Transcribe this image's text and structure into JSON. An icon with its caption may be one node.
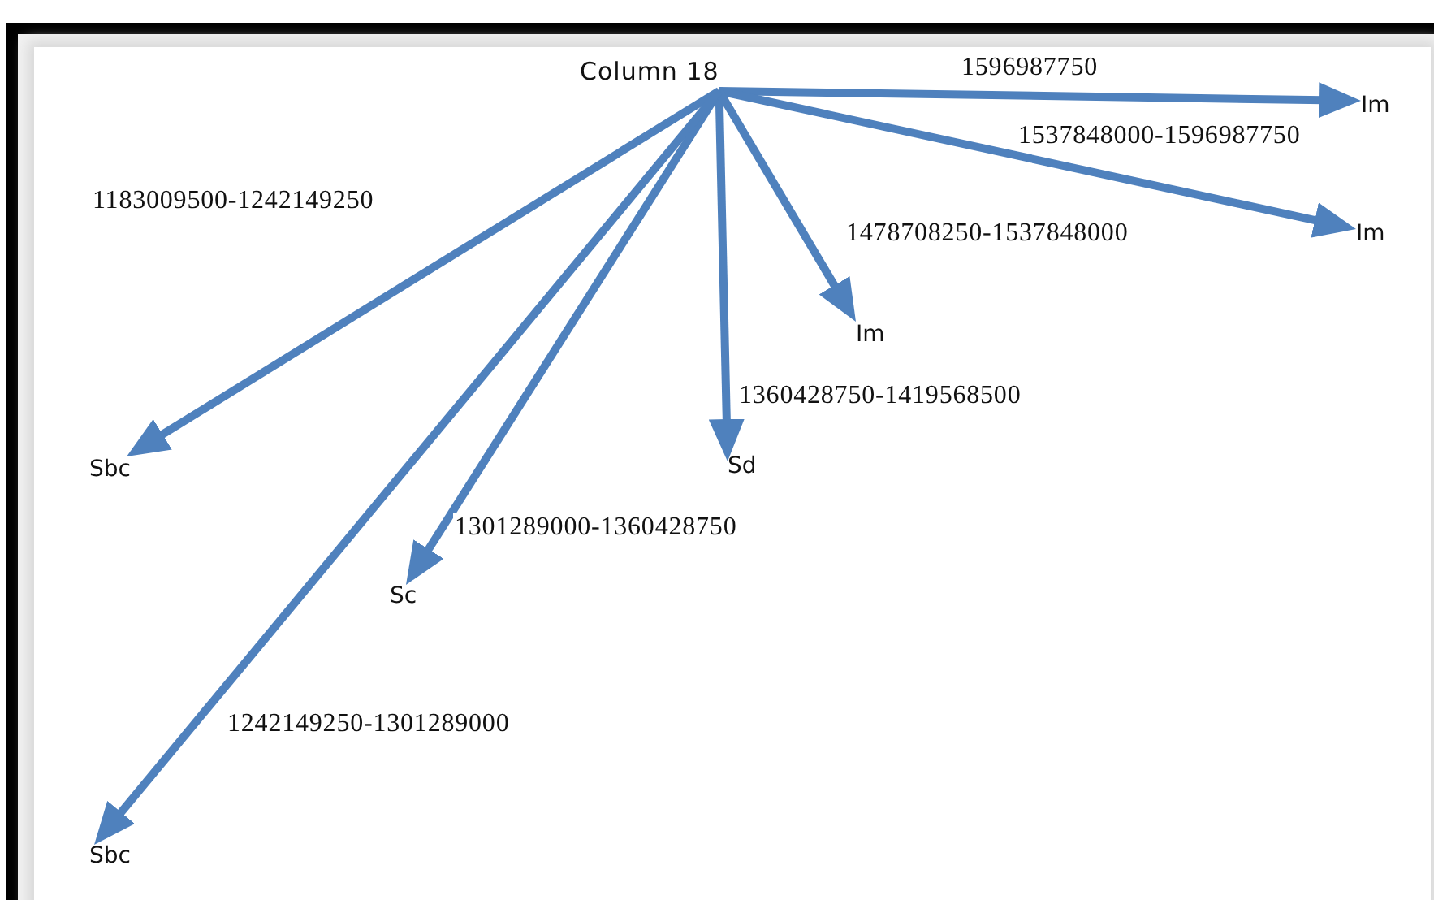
{
  "diagram": {
    "nodes": [
      {
        "text": [
          "Column 18"
        ]
      },
      {
        "text": [
          "Im"
        ]
      },
      {
        "text": [
          "Im"
        ]
      },
      {
        "text": [
          "Im"
        ]
      },
      {
        "text": [
          "Sbc"
        ]
      },
      {
        "text": [
          "Sd"
        ]
      },
      {
        "text": [
          "Sc"
        ]
      },
      {
        "text": [
          "Sbc"
        ]
      }
    ],
    "edges": [
      {
        "from": 0,
        "to": 1,
        "arrow": "to",
        "label": "1596987750"
      },
      {
        "from": 0,
        "to": 2,
        "arrow": "to",
        "label": "1537848000-1596987750"
      },
      {
        "from": 0,
        "to": 3,
        "arrow": "to",
        "label": "1478708250-1537848000"
      },
      {
        "from": 0,
        "to": 4,
        "arrow": "to",
        "label": "1183009500-1242149250"
      },
      {
        "from": 0,
        "to": 5,
        "arrow": "to",
        "label": "1360428750-1419568500"
      },
      {
        "from": 0,
        "to": 6,
        "arrow": "to",
        "label": "1301289000-1360428750"
      },
      {
        "from": 0,
        "to": 7,
        "arrow": "to",
        "label": "1242149250-1301289000"
      }
    ]
  }
}
